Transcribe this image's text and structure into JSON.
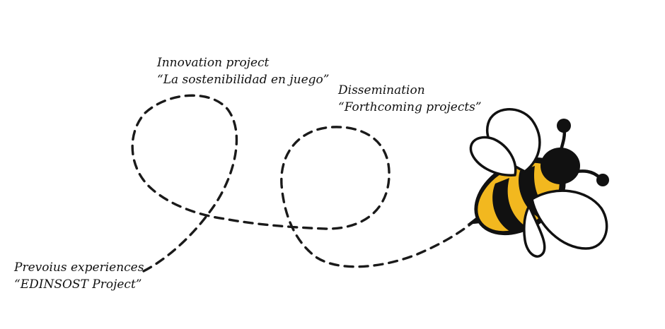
{
  "milestones": {
    "innovation": {
      "line1": "Innovation project",
      "line2": "“La sostenibilidad en juego”"
    },
    "dissemination": {
      "line1": "Dissemination",
      "line2": "“Forthcoming projects”"
    },
    "previous": {
      "line1": "Prevoius experiences",
      "line2": "“EDINSOST Project”"
    }
  },
  "colors": {
    "path": "#1a1a1a",
    "bee_yellow": "#f2b81f",
    "bee_black": "#111111",
    "wing_fill": "#ffffff"
  },
  "icons": {
    "bee": "bee-icon",
    "flight_path": "dashed-flight-path"
  }
}
